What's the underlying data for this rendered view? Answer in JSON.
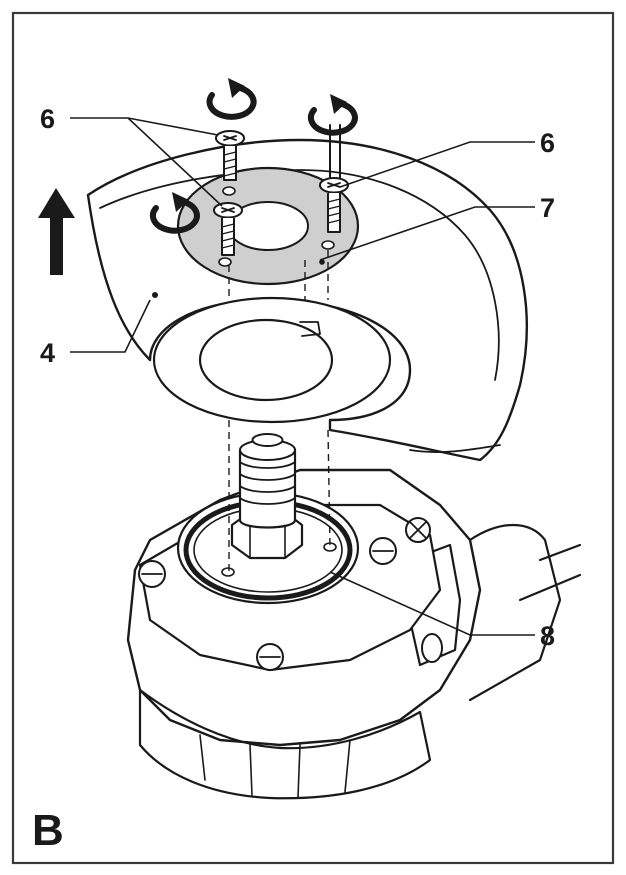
{
  "figure": {
    "panel_label": "B",
    "callouts": {
      "screw_left": "6",
      "screw_right": "6",
      "clamping_plate": "7",
      "guard": "4",
      "o_ring": "8"
    },
    "colors": {
      "ink": "#1a1a1a",
      "plate_fill": "#cfcfcf",
      "frame": "#3a3a3a",
      "background": "#ffffff"
    },
    "icons": [
      "rotate-counterclockwise-icon",
      "up-arrow-icon"
    ]
  }
}
